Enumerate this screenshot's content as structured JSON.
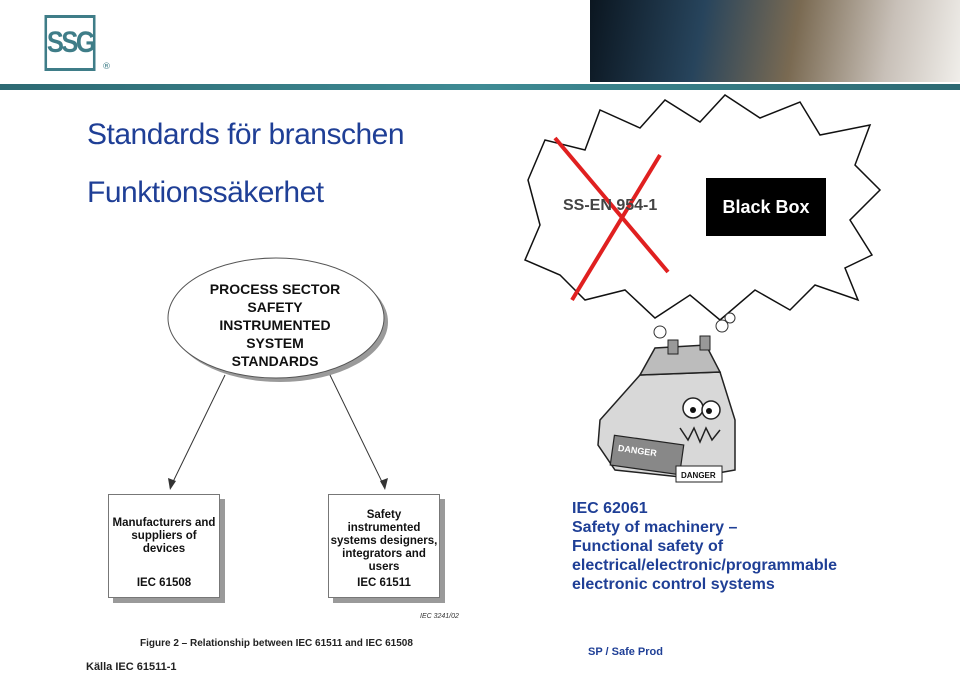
{
  "header": {
    "logo_text": "SSG",
    "logo_mark": "®"
  },
  "titles": {
    "line1": "Standards för branschen",
    "line2": "Funktionssäkerhet"
  },
  "cloud": {
    "standard_label": "SS-EN 954-1",
    "blackbox_label": "Black Box",
    "cross_color": "#e02020"
  },
  "diagram": {
    "oval_lines": [
      "PROCESS SECTOR",
      "SAFETY",
      "INSTRUMENTED",
      "SYSTEM",
      "STANDARDS"
    ],
    "box1_lines": [
      "Manufacturers and",
      "suppliers of",
      "devices"
    ],
    "box1_code": "IEC 61508",
    "box2_lines": [
      "Safety",
      "instrumented",
      "systems designers,",
      "integrators and",
      "users"
    ],
    "box2_code": "IEC 61511",
    "iec_ref": "IEC 3241/02",
    "figure_caption": "Figure 2 – Relationship between IEC 61511 and IEC 61508"
  },
  "machine_labels": {
    "danger1": "DANGER",
    "danger2": "DANGER"
  },
  "iec62061": {
    "lines": [
      "IEC 62061",
      "Safety of machinery –",
      "Functional safety of",
      "electrical/electronic/programmable",
      "electronic control systems"
    ]
  },
  "footer": {
    "source": "Källa IEC 61511-1",
    "org": "SP / Safe Prod"
  },
  "colors": {
    "title_blue": "#1f3f96",
    "teal": "#3f7d88"
  }
}
